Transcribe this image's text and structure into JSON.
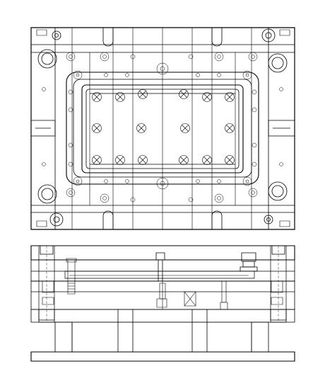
{
  "drawing": {
    "type": "mold-assembly-drawing",
    "views": [
      {
        "name": "plan-view"
      },
      {
        "name": "side-section-view"
      }
    ],
    "line_color": "#000000",
    "background_color": "#ffffff"
  }
}
